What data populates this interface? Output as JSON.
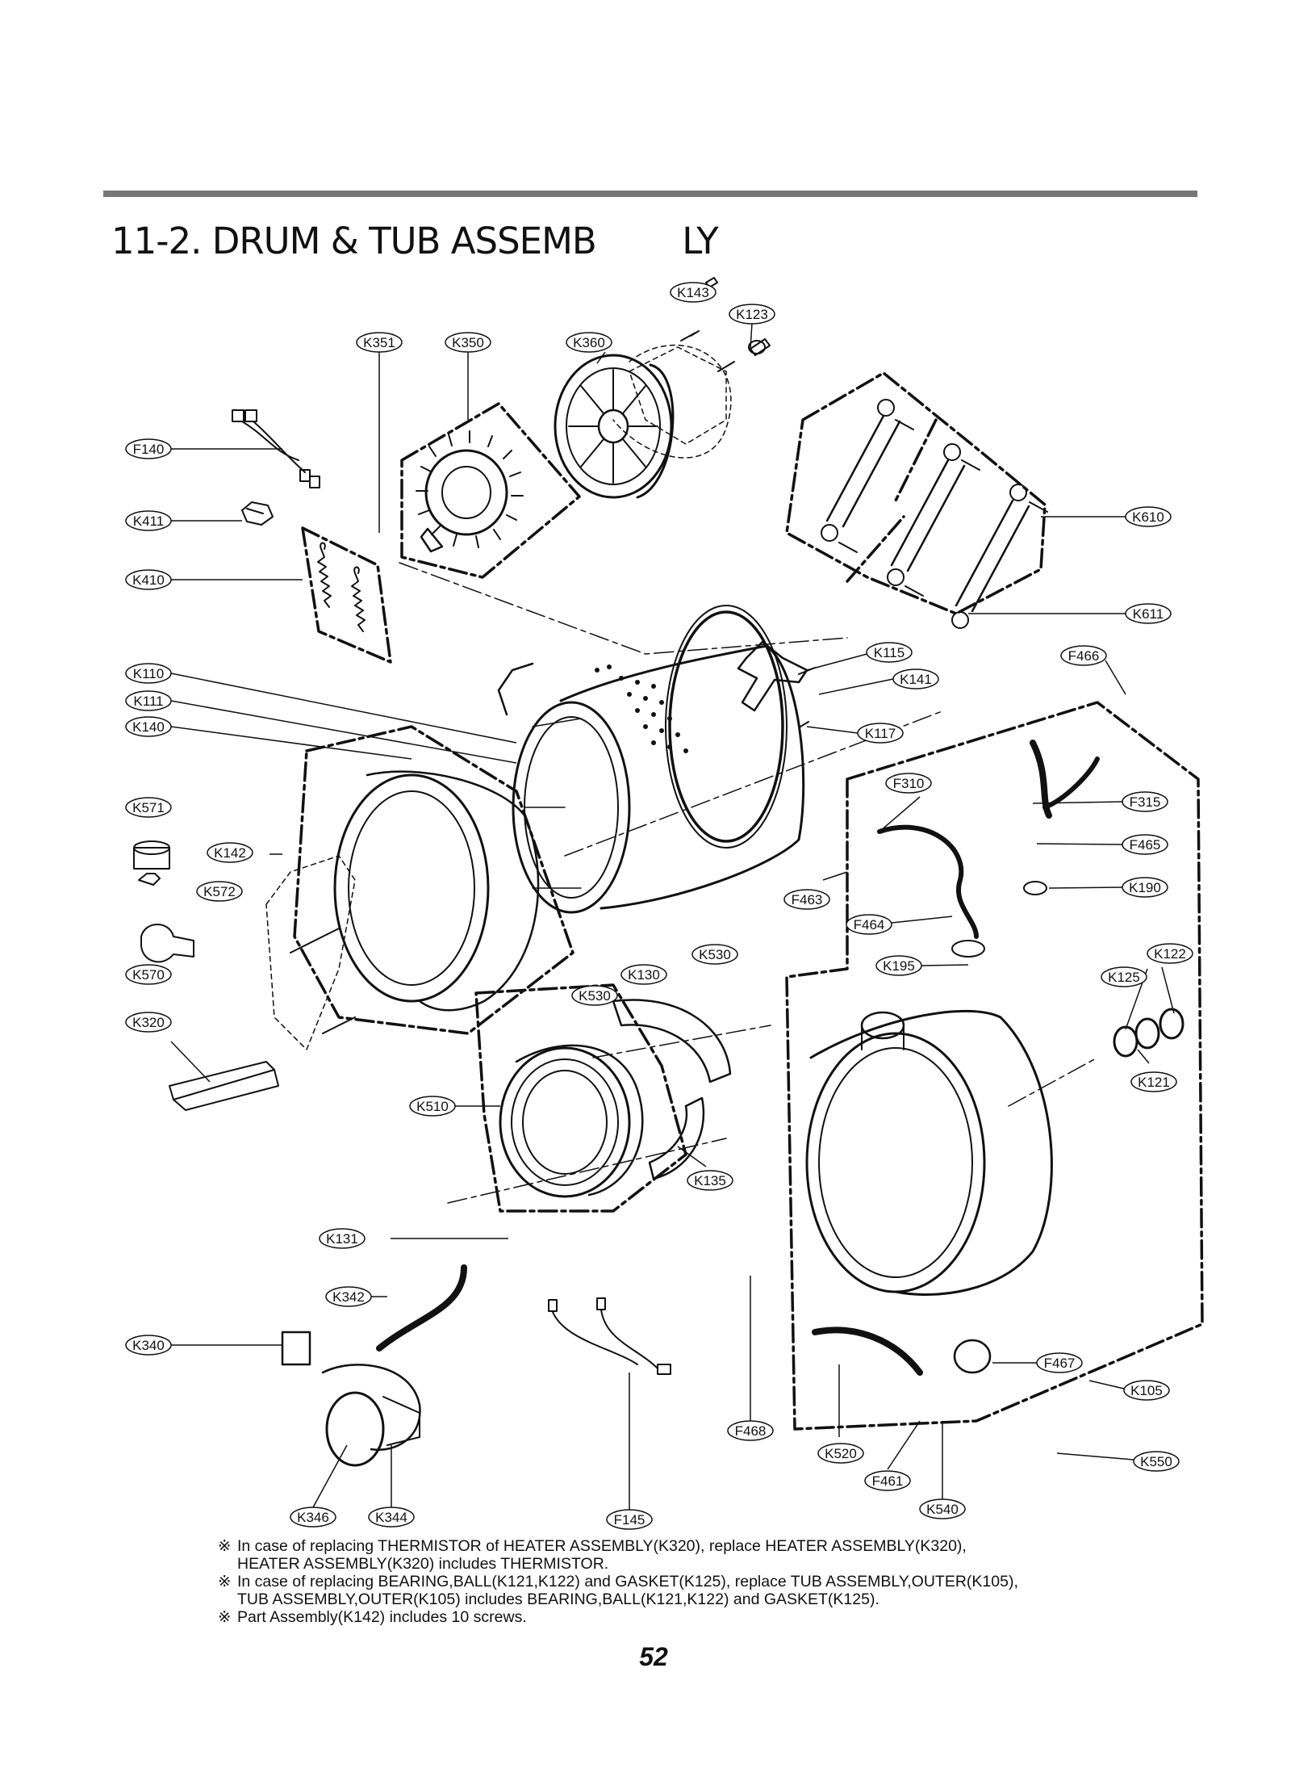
{
  "header": {
    "title": "11-2. DRUM & TUB ASSEMB        LY"
  },
  "callouts": {
    "K143": "K143",
    "K123": "K123",
    "K351": "K351",
    "K350": "K350",
    "K360": "K360",
    "F140": "F140",
    "K411": "K411",
    "K410": "K410",
    "K610": "K610",
    "K611": "K611",
    "K110": "K110",
    "K111": "K111",
    "K140": "K140",
    "K115": "K115",
    "K141": "K141",
    "K117": "K117",
    "F466": "F466",
    "K571": "K571",
    "K142": "K142",
    "K572": "K572",
    "K570": "K570",
    "F310": "F310",
    "F315": "F315",
    "F465": "F465",
    "F463": "F463",
    "K190": "K190",
    "F464": "F464",
    "K195": "K195",
    "K530a": "K530",
    "K530b": "K530",
    "K130": "K130",
    "K122": "K122",
    "K125": "K125",
    "K121": "K121",
    "K320": "K320",
    "K510": "K510",
    "K135": "K135",
    "K131": "K131",
    "K342": "K342",
    "K340": "K340",
    "F467": "F467",
    "K105": "K105",
    "F468": "F468",
    "K520": "K520",
    "K550": "K550",
    "F461": "F461",
    "K346": "K346",
    "K344": "K344",
    "F145": "F145",
    "K540": "K540"
  },
  "notes": [
    {
      "mark": "※",
      "lines": [
        "In case of replacing THERMISTOR of HEATER ASSEMBLY(K320), replace HEATER ASSEMBLY(K320),",
        "HEATER ASSEMBLY(K320) includes THERMISTOR."
      ]
    },
    {
      "mark": "※",
      "lines": [
        "In case of replacing BEARING,BALL(K121,K122) and GASKET(K125), replace TUB ASSEMBLY,OUTER(K105),",
        "TUB ASSEMBLY,OUTER(K105) includes BEARING,BALL(K121,K122) and GASKET(K125)."
      ]
    },
    {
      "mark": "※",
      "lines": [
        "Part Assembly(K142) includes 10 screws."
      ]
    }
  ],
  "page_number": "52"
}
